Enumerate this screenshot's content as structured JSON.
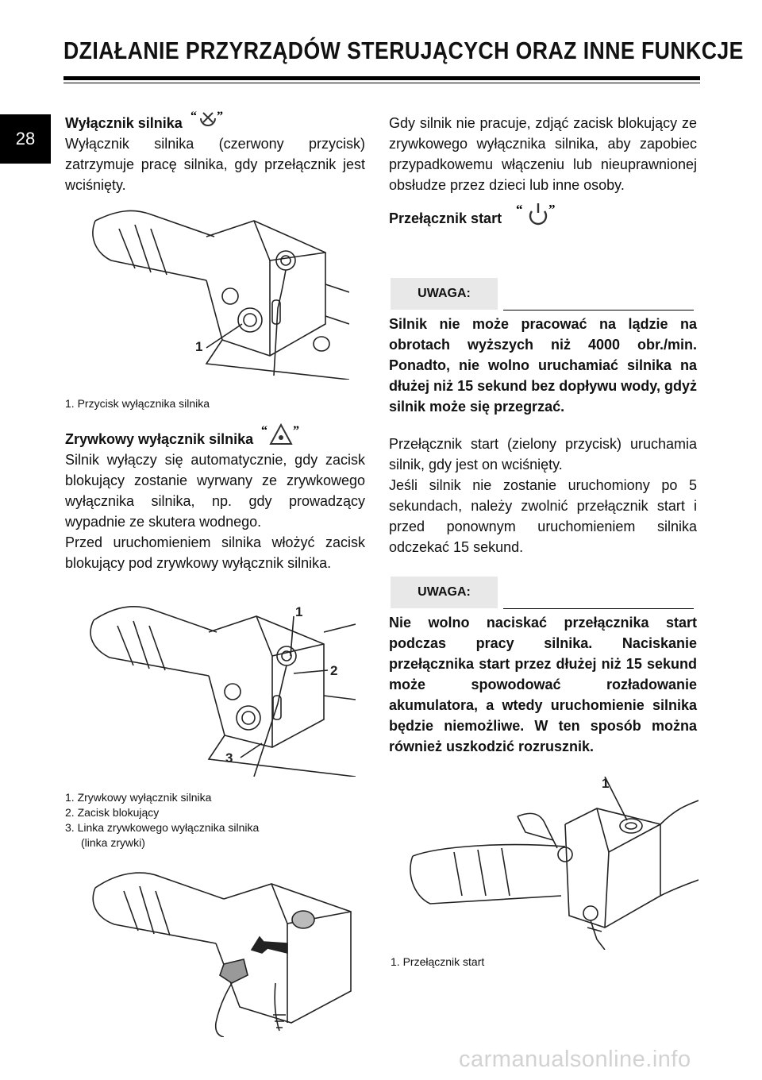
{
  "header": {
    "title": "DZIAŁANIE PRZYRZĄDÓW STERUJĄCYCH ORAZ INNE FUNKCJE"
  },
  "page_number": "28",
  "left": {
    "kill_heading": "Wyłącznik silnika",
    "kill_text": "Wyłącznik silnika (czerwony przycisk) zatrzymuje pracę silnika, gdy przełącznik jest wciśnięty.",
    "fig1": {
      "callout": "1",
      "caption": "1.  Przycisk wyłącznika silnika"
    },
    "lanyard_heading": "Zrywkowy wyłącznik silnika",
    "lanyard_text1": "Silnik wyłączy się automatycznie, gdy zacisk blokujący zostanie wyrwany ze zrywkowego wyłącznika silnika, np. gdy prowadzący wypadnie ze skutera wodnego.",
    "lanyard_text2": "Przed uruchomieniem silnika włożyć zacisk blokujący pod zrywkowy wyłącznik silnika.",
    "fig2": {
      "callouts": [
        "1",
        "2",
        "3"
      ],
      "captions": [
        "1.  Zrywkowy wyłącznik silnika",
        "2.  Zacisk blokujący",
        "3.  Linka zrywkowego wyłącznika silnika",
        "(linka zrywki)"
      ]
    }
  },
  "right": {
    "intro_text": "Gdy silnik nie pracuje, zdjąć zacisk blokujący ze zrywkowego wyłącznika silnika, aby zapobiec przypadkowemu włączeniu lub nieuprawnionej obsłudze przez dzieci lub inne osoby.",
    "start_heading": "Przełącznik start",
    "note1_label": "UWAGA:",
    "note1_text": "Silnik nie może pracować na lądzie na obrotach wyższych niż 4000 obr./min. Ponadto, nie wolno uruchamiać silnika na dłużej niż 15 sekund bez dopływu wody, gdyż silnik może się przegrzać.",
    "start_text1": "Przełącznik start (zielony przycisk) uruchamia silnik, gdy jest on wciśnięty.",
    "start_text2": "Jeśli silnik nie zostanie uruchomiony po 5 sekundach, należy zwolnić przełącznik start i przed ponownym uruchomieniem silnika odczekać 15 sekund.",
    "note2_label": "UWAGA:",
    "note2_text": "Nie wolno naciskać przełącznika start podczas pracy silnika. Naciskanie przełącznika start przez dłużej niż 15 sekund może spowodować rozładowanie akumulatora, a wtedy uruchomienie silnika będzie niemożliwe. W ten sposób można również uszkodzić rozrusznik.",
    "fig4": {
      "callout": "1",
      "caption": "1.  Przełącznik start"
    }
  },
  "watermark": "carmanualsonline.info"
}
